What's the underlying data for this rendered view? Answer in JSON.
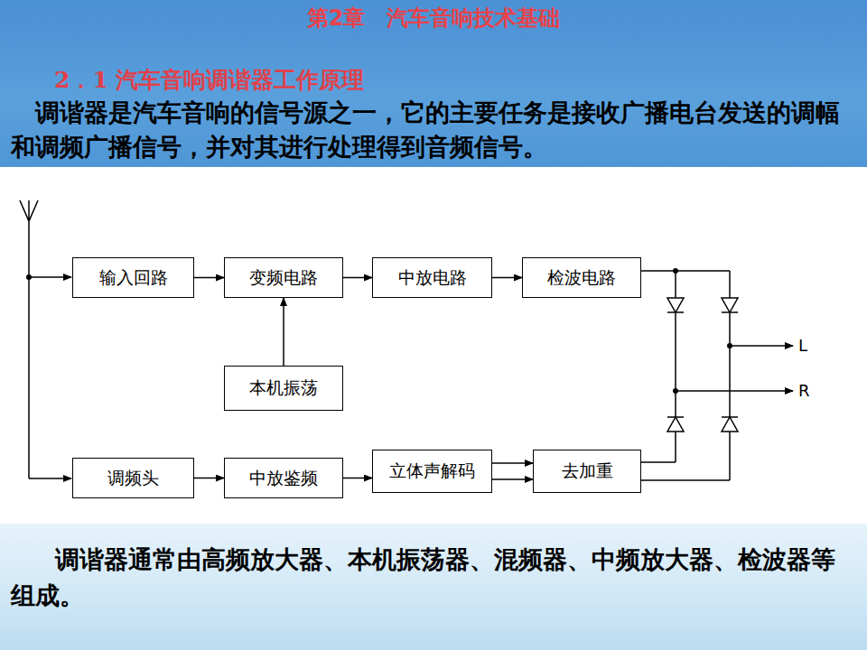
{
  "diagram": {
    "title": "第2章　汽车音响技术基础",
    "nodes": [
      {
        "text": [
          "输入回路"
        ]
      },
      {
        "text": [
          "变频电路"
        ]
      },
      {
        "text": [
          "中放电路"
        ]
      },
      {
        "text": [
          "检波电路"
        ]
      },
      {
        "text": [
          "本机振荡"
        ]
      },
      {
        "text": [
          "调频头"
        ]
      },
      {
        "text": [
          "中放鉴频"
        ]
      },
      {
        "text": [
          "立体声解码"
        ]
      },
      {
        "text": [
          "去加重"
        ]
      }
    ],
    "edges": [
      {
        "from": 0,
        "to": 1,
        "arrow": "to"
      },
      {
        "from": 1,
        "to": 2,
        "arrow": "to"
      },
      {
        "from": 2,
        "to": 3,
        "arrow": "to"
      },
      {
        "from": 4,
        "to": 1,
        "arrow": "to"
      },
      {
        "from": 5,
        "to": 6,
        "arrow": "to"
      },
      {
        "from": 6,
        "to": 7,
        "arrow": "to"
      },
      {
        "from": 7,
        "to": 8,
        "arrow": "to"
      },
      {
        "from": 7,
        "to": 8,
        "arrow": "to"
      }
    ],
    "labels": [
      "2．1 汽车音响调谐器工作原理",
      "调谐器是汽车音响的信号源之一，它的主要任务是接收广播电台发送的调幅和调频广播信号，并对其进行处理得到音频信号。",
      "L",
      "R",
      "调谐器通常由高频放大器、本机振荡器、混频器、中频放大器、检波器等组成。"
    ]
  }
}
